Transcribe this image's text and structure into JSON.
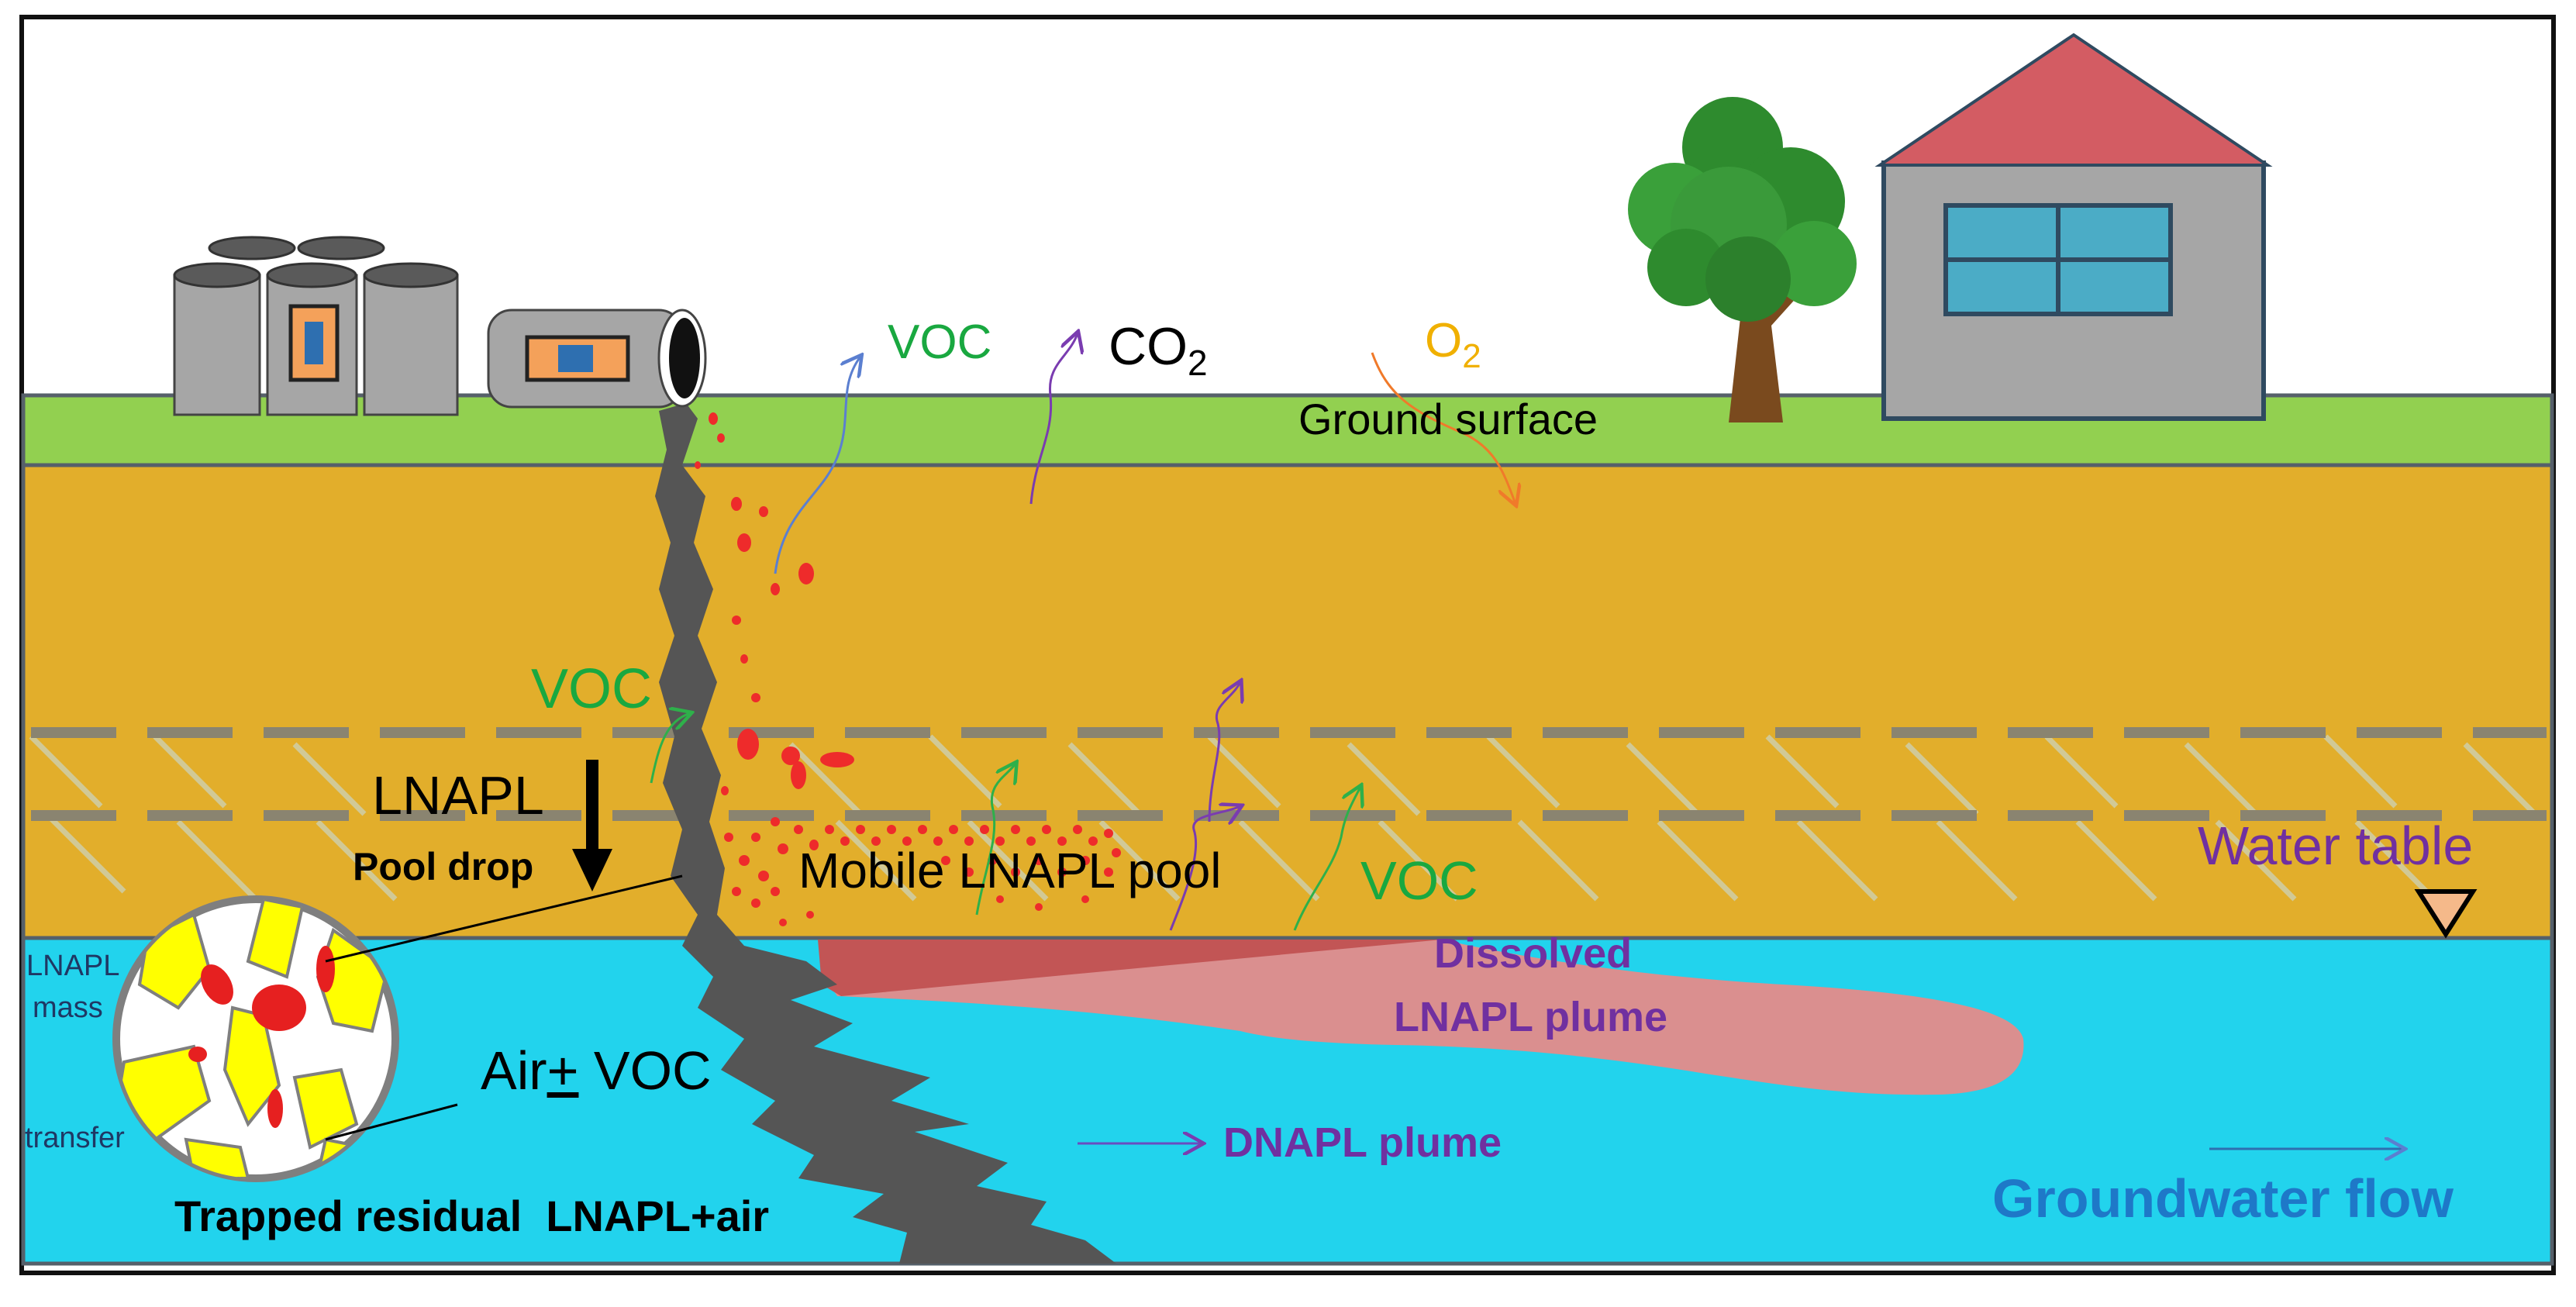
{
  "labels": {
    "voc_top": "VOC",
    "co2": "CO",
    "co2_sub": "2",
    "o2": "O",
    "o2_sub": "2",
    "ground_surface": "Ground surface",
    "voc_mid": "VOC",
    "lnapl": "LNAPL",
    "pool_drop": "Pool drop",
    "mobile_pool": "Mobile LNAPL pool",
    "voc_right": "VOC",
    "water_table": "Water table",
    "dissolved_line1": "Dissolved",
    "dissolved_line2": "LNAPL plume",
    "lnapl_mass_line1": "LNAPL",
    "lnapl_mass_line2": "mass",
    "transfer": "transfer",
    "air_voc_pre": "Air",
    "air_voc_pm": "+",
    "air_voc_post": " VOC",
    "dnapl_plume": "DNAPL plume",
    "trapped_residual": "Trapped residual  LNAPL+air",
    "groundwater_flow": "Groundwater flow"
  },
  "colors": {
    "grass": "#92d050",
    "soil": "#e2ae2b",
    "water": "#22d3ed",
    "lnapl_dark": "#555555",
    "droplet": "#ee2b2b",
    "plume": "#da8f8f",
    "plume_dark": "#c25555",
    "roof": "#d35c63",
    "wall": "#a6a6a6",
    "window": "#4bacc6",
    "voc_green": "#19a840",
    "purple": "#7030a0",
    "orange": "#f0b000",
    "blue_text": "#1e78c8"
  }
}
